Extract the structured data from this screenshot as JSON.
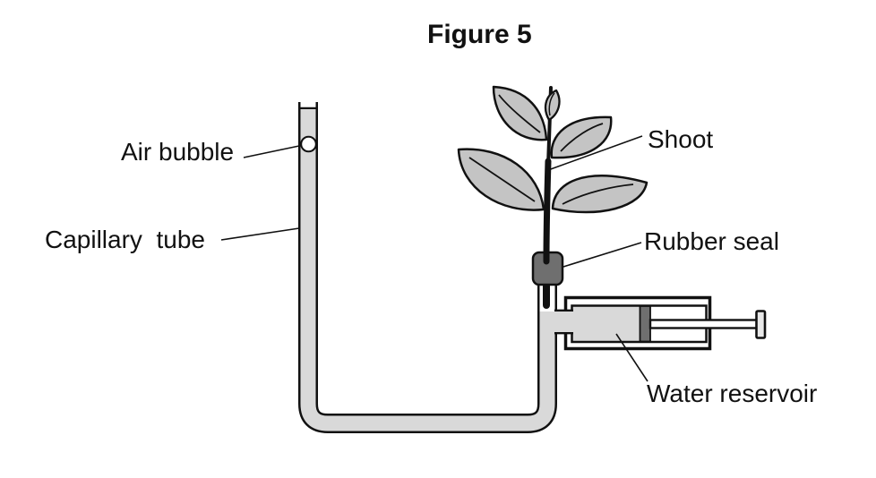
{
  "figure_title": "Figure 5",
  "labels": {
    "air_bubble": "Air bubble",
    "capillary_tube": "Capillary  tube",
    "shoot": "Shoot",
    "rubber_seal": "Rubber seal",
    "water_reservoir": "Water reservoir"
  },
  "diagram": {
    "type": "potometer-apparatus",
    "parts": [
      "air bubble",
      "capillary tube",
      "shoot",
      "rubber seal",
      "water reservoir (syringe)"
    ]
  },
  "colors": {
    "background": "#ffffff",
    "line": "#111111",
    "tube_water": "#d9d9d9",
    "leaf_fill": "#c4c4c4",
    "rubber_dark": "#6f6f6f"
  }
}
